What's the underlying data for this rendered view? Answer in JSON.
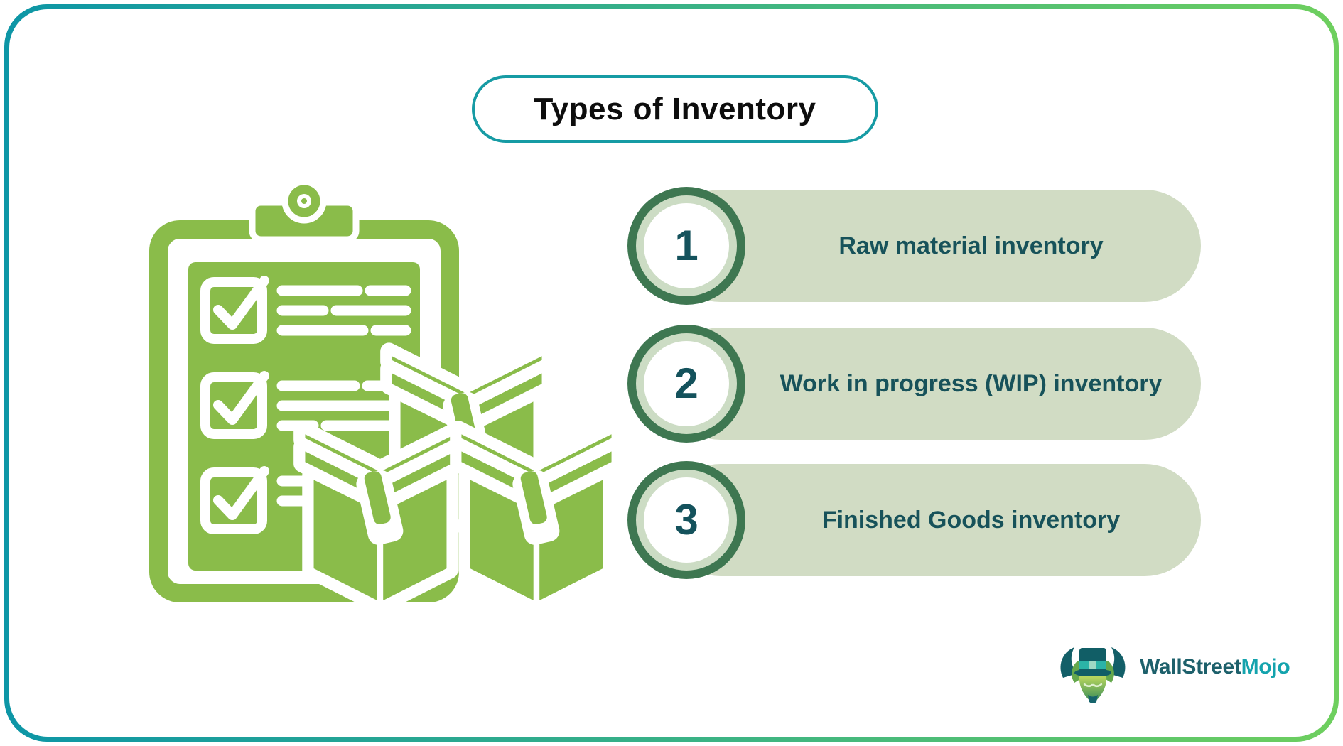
{
  "title": "Types of Inventory",
  "items": [
    {
      "number": "1",
      "label": "Raw material inventory"
    },
    {
      "number": "2",
      "label": "Work in progress (WIP) inventory"
    },
    {
      "number": "3",
      "label": "Finished Goods inventory"
    }
  ],
  "logo": {
    "part1": "WallStreet",
    "part2": "Mojo"
  },
  "illustration": {
    "name": "clipboard-checklist-with-stacked-boxes"
  },
  "colors": {
    "frame_gradient_start": "#0d96a6",
    "frame_gradient_end": "#6ecf5e",
    "title_border": "#169ba4",
    "title_text": "#0d0d0d",
    "item_pill_bg": "#d1dcc4",
    "circle_ring_outer": "#3e7751",
    "circle_ring_inner": "#ccdcc4",
    "item_text": "#17525a",
    "illustration_green": "#8abc4a",
    "logo_dark_teal": "#1d606b",
    "logo_teal": "#14a3ad"
  }
}
